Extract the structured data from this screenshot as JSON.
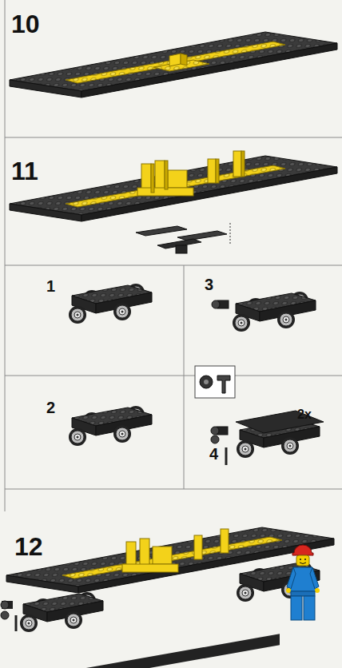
{
  "diagram": {
    "labels": [
      "10",
      "11",
      "1",
      "3",
      "2",
      "2x",
      "4",
      "12"
    ]
  }
}
